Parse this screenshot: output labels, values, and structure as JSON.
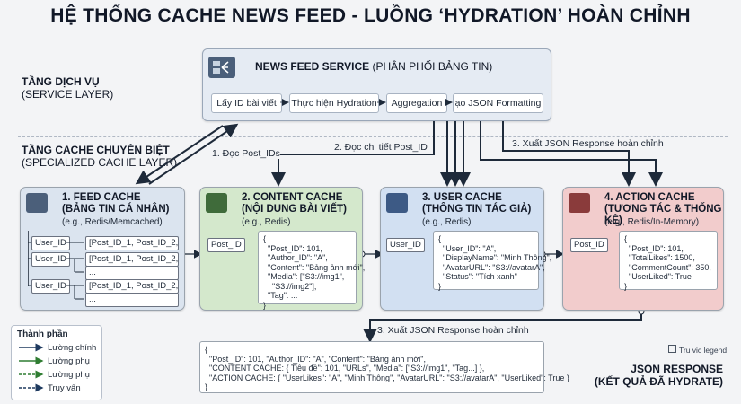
{
  "title": "HỆ THỐNG CACHE NEWS FEED - LUỒNG ‘HYDRATION’ HOÀN CHỈNH",
  "service_layer": {
    "title": "TẦNG DỊCH VỤ",
    "subtitle": "(SERVICE LAYER)"
  },
  "cache_layer": {
    "title": "TẦNG CACHE CHUYÊN BIỆT",
    "subtitle": "(SPECIALIZED CACHE LAYER)"
  },
  "service": {
    "name": "NEWS FEED SERVICE",
    "desc": "(PHÂN PHỐI BẢNG TIN)",
    "steps": [
      "Lấy ID bài viết",
      "Thực hiện Hydration",
      "Aggregation",
      "ạo JSON Formatting"
    ]
  },
  "arrow_labels": {
    "read_ids": "1. Đọc Post_IDs",
    "read_details": "2. Đọc chi tiết Post_ID",
    "export_top": "3. Xuất JSON Response hoàn chỉnh",
    "export_bottom": "3. Xuất JSON Response hoàn chỉnh"
  },
  "caches": [
    {
      "title": "1. FEED CACHE",
      "subtitle": "(BẢNG TIN CÁ NHÂN)",
      "tech": "(e.g., Redis/Memcached)",
      "color": "#dbe4ef",
      "rows": [
        {
          "key": "User_ID",
          "value": "[Post_ID_1, Post_ID_2, ..."
        },
        {
          "key": "User_ID",
          "value": "[Post_ID_1, Post_ID_2, ..."
        },
        {
          "key": "",
          "value": "..."
        },
        {
          "key": "User_ID",
          "value": "[Post_ID_1, Post_ID_2, ..."
        },
        {
          "key": "",
          "value": "..."
        }
      ]
    },
    {
      "title": "2. CONTENT CACHE",
      "subtitle": "(NỘI DUNG BÀI VIẾT)",
      "tech": "(e.g., Redis)",
      "color": "#d4e8cc",
      "key": "Post_ID",
      "json": "{\n  \"Post_ID\": 101,\n  \"Author_ID\": \"A\",\n  \"Content\": \"Bảng ảnh mới\",\n  \"Media\": [\"S3://img1\",\n    \"S3://img2\"],\n  \"Tag\": ...\n}"
    },
    {
      "title": "3. USER CACHE",
      "subtitle": "(THÔNG TIN TÁC GIẢ)",
      "tech": "(e.g., Redis)",
      "color": "#d2e0f2",
      "key": "User_ID",
      "json": "{\n  \"User_ID\": \"A\",\n  \"DisplayName\": \"Minh Thông\",\n  \"AvatarURL\": \"S3://avatarA\",\n  \"Status\": \"Tích xanh\"\n}"
    },
    {
      "title": "4. ACTION CACHE",
      "subtitle": "(TƯƠNG TÁC & THỐNG KÊ)",
      "tech": "(e.g., Redis/In-Memory)",
      "color": "#f2cccc",
      "key": "Post_ID",
      "json": "{\n  \"Post_ID\": 101,\n  \"TotalLikes\": 1500,\n  \"CommentCount\": 350,\n  \"UserLiked\": True\n}"
    }
  ],
  "response": {
    "json": "{\n  \"Post_ID\": 101, \"Author_ID\": \"A\", \"Content\": \"Bảng ảnh mới\",\n  \"CONTENT CACHE: { Tiêu đề\": 101, \"URLs\", \"Media\": [\"S3://img1\", \"Tag...] },\n  \"ACTION CACHE: { \"UserLikes\": \"A\", \"Minh Thông\", \"AvatarURL\": \"S3://avatarA\", \"UserLiked\": True }\n}",
    "title": "JSON RESPONSE",
    "subtitle": "(KẾT QUẢ ĐÃ HYDRATE)"
  },
  "legend": {
    "title": "Thành phần",
    "items": [
      {
        "label": "Lường chính",
        "color": "#1e3a5f",
        "style": "solid"
      },
      {
        "label": "Lường phụ",
        "color": "#2f7d32",
        "style": "solid"
      },
      {
        "label": "Lường phụ",
        "color": "#2f7d32",
        "style": "dashed"
      },
      {
        "label": "Truy vấn",
        "color": "#1e3a5f",
        "style": "dashed"
      }
    ],
    "note": "Tru vic legend"
  }
}
